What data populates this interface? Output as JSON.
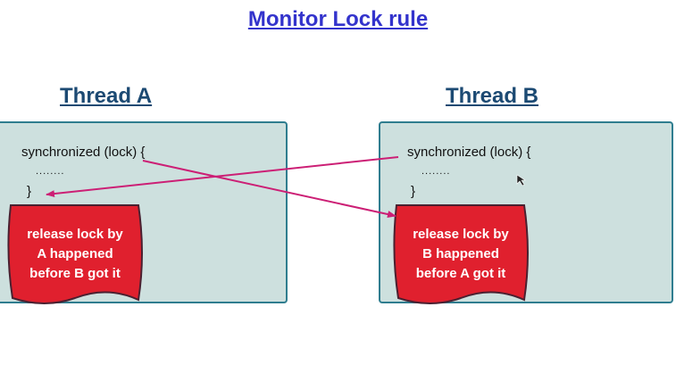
{
  "title": "Monitor Lock rule",
  "thread_a": {
    "label": "Thread A",
    "code_open": "synchronized (lock) {",
    "code_body": "........",
    "code_close": "}",
    "flag": {
      "line1": "release lock by",
      "line2": "A happened",
      "line3": "before B got it"
    }
  },
  "thread_b": {
    "label": "Thread B",
    "code_open": "synchronized (lock) {",
    "code_body": "........",
    "code_close": "}",
    "flag": {
      "line1": "release lock by",
      "line2": "B happened",
      "line3": "before A got it"
    }
  },
  "colors": {
    "title": "#3333cc",
    "thread_label": "#1c4a73",
    "panel_fill": "#cde0de",
    "panel_border": "#2f7d8f",
    "arrow": "#cc1f75",
    "flag_fill": "#e0202e",
    "flag_border": "#4a2030"
  }
}
